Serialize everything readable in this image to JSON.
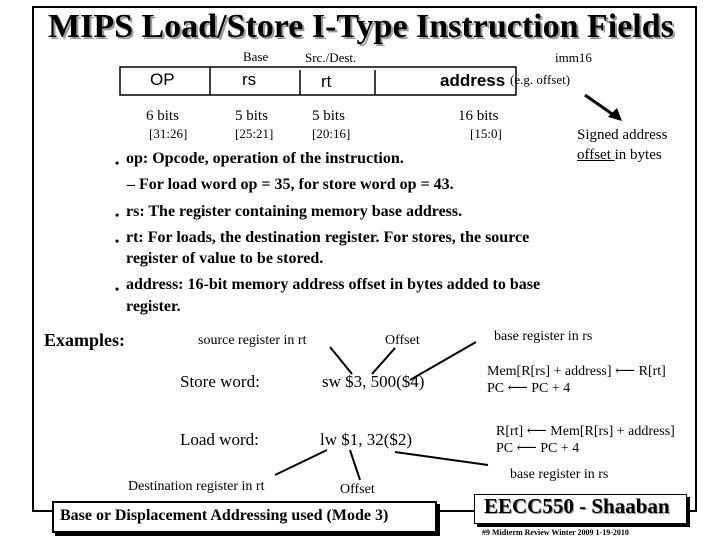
{
  "title": "MIPS Load/Store I-Type Instruction Fields",
  "header_labels": {
    "base": "Base",
    "src_dest": "Src./Dest.",
    "imm16": "imm16"
  },
  "fields": [
    {
      "name": "OP",
      "bits": "6 bits",
      "range": "[31:26]"
    },
    {
      "name": "rs",
      "bits": "5 bits",
      "range": "[25:21]"
    },
    {
      "name": "rt",
      "bits": "5 bits",
      "range": "[20:16]"
    },
    {
      "name": "address",
      "note": "(e.g. offset)",
      "bits": "16 bits",
      "range": "[15:0]"
    }
  ],
  "signed_note": {
    "line1": "Signed address",
    "line2a": "offset ",
    "line2b": "in bytes"
  },
  "bullets": [
    "op: Opcode, operation of the instruction.",
    "rs: The register containing memory base address.",
    "rt: For loads, the destination register.  For stores, the source",
    "address:  16-bit memory address offset in bytes added to base"
  ],
  "sub_bullet": "–  For load word op = 35,  for store word op = 43.",
  "continuations": [
    "register of value to be stored.",
    "register."
  ],
  "examples": {
    "label": "Examples:",
    "source_note": "source register in rt",
    "offset_top": "Offset",
    "base_top": "base register in rs",
    "store_label": "Store word:",
    "store_instr": "sw $3, 500($4)",
    "store_rtl1a": "Mem[R[rs] + address] ",
    "store_rtl1b": " R[rt]",
    "store_rtl2a": "PC ",
    "store_rtl2b": " PC + 4",
    "load_label": "Load word:",
    "load_instr": "lw $1, 32($2)",
    "load_rtl1a": "R[rt] ",
    "load_rtl1b": " Mem[R[rs] + address]",
    "load_rtl2a": "PC ",
    "load_rtl2b": " PC + 4",
    "base_bottom": "base register in rs",
    "dest_note": "Destination register in rt",
    "offset_bottom": "Offset"
  },
  "arrow_glyph": "⟵",
  "footer": "Base or Displacement Addressing used (Mode 3)",
  "badge": "EECC550 - Shaaban",
  "footnote": "#9   Midterm Review   Winter 2009  1-19-2010"
}
